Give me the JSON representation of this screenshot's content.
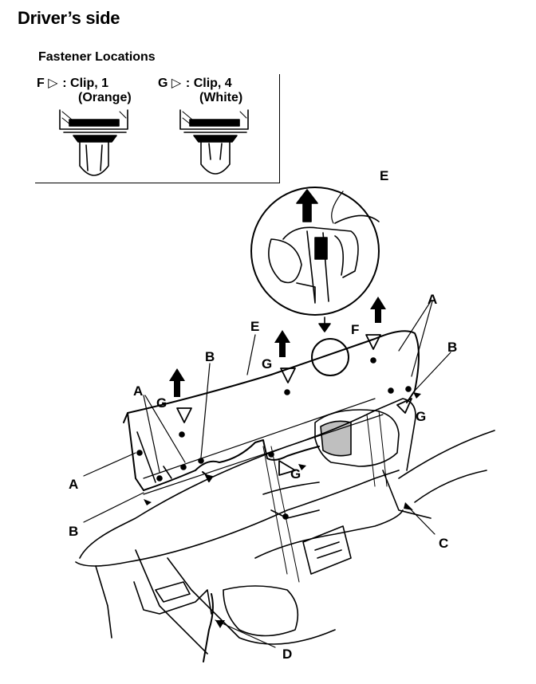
{
  "title": "Driver’s side",
  "legend": {
    "heading": "Fastener Locations",
    "items": [
      {
        "letter": "F",
        "separator": ": ",
        "label": "Clip, 1",
        "color": "(Orange)"
      },
      {
        "letter": "G",
        "separator": ": ",
        "label": "Clip, 4",
        "color": "(White)"
      }
    ]
  },
  "callouts": {
    "A": "A",
    "B": "B",
    "C": "C",
    "D": "D",
    "E": "E",
    "F": "F",
    "G": "G"
  }
}
